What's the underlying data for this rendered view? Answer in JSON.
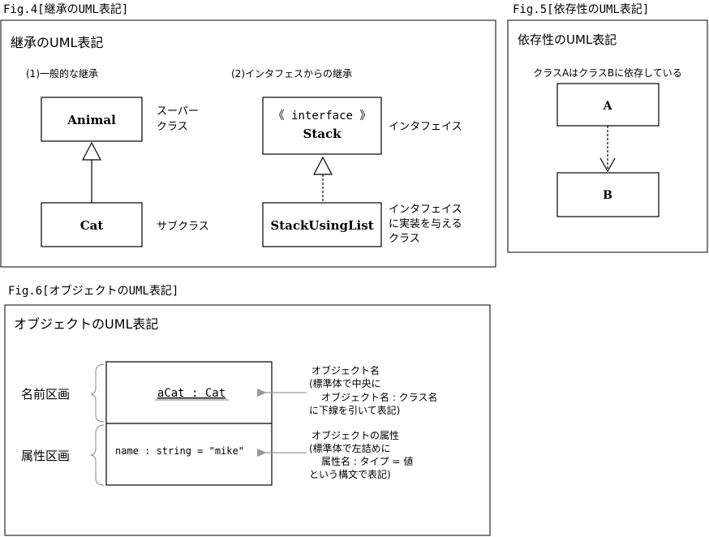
{
  "fig4": {
    "caption": "Fig.4[継承のUML表記]",
    "panel_title": "継承のUML表記",
    "general": {
      "label": "(1)一般的な継承",
      "superclass": "Animal",
      "subclass": "Cat",
      "superclass_note": [
        "スーパー",
        "クラス"
      ],
      "subclass_note": "サブクラス"
    },
    "interface": {
      "label": "(2)インタフェスからの継承",
      "stereotype": "《 interface 》",
      "interface_name": "Stack",
      "implementer": "StackUsingList",
      "interface_note": "インタフェイス",
      "implementer_note": [
        "インタフェイス",
        "に実装を与える",
        "クラス"
      ]
    }
  },
  "fig5": {
    "caption": "Fig.5[依存性のUML表記]",
    "panel_title": "依存性のUML表記",
    "description": "クラスAはクラスBに依存している",
    "class_a": "A",
    "class_b": "B"
  },
  "fig6": {
    "caption": "Fig.6[オブジェクトのUML表記]",
    "panel_title": "オブジェクトのUML表記",
    "name_section_label": "名前区画",
    "attr_section_label": "属性区画",
    "object_name": "aCat : Cat",
    "attribute": "name : string = \"mike\"",
    "name_note": [
      "オブジェクト名",
      "(標準体で中央に",
      "オブジェクト名 : クラス名",
      "に下線を引いて表記)"
    ],
    "attr_note": [
      "オブジェクトの属性",
      "(標準体で左詰めに",
      "属性名 : タイプ = 値",
      "という構文で表記)"
    ]
  }
}
